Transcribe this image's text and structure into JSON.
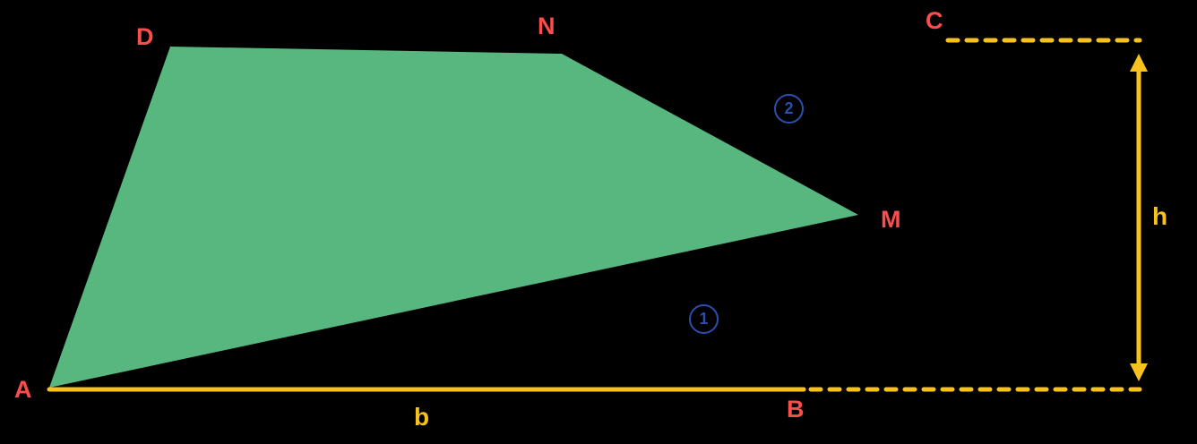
{
  "figure": {
    "vertices": {
      "A": "A",
      "B": "B",
      "C": "C",
      "D": "D",
      "N": "N",
      "M": "M"
    },
    "measures": {
      "base": "b",
      "height": "h"
    },
    "region_markers": {
      "first": "1",
      "second": "2"
    }
  },
  "colors": {
    "background": "#000000",
    "shape_fill": "#57b77e",
    "vertex_label": "#fa4d4d",
    "measure": "#f7c21e",
    "marker": "#2c4fad"
  }
}
